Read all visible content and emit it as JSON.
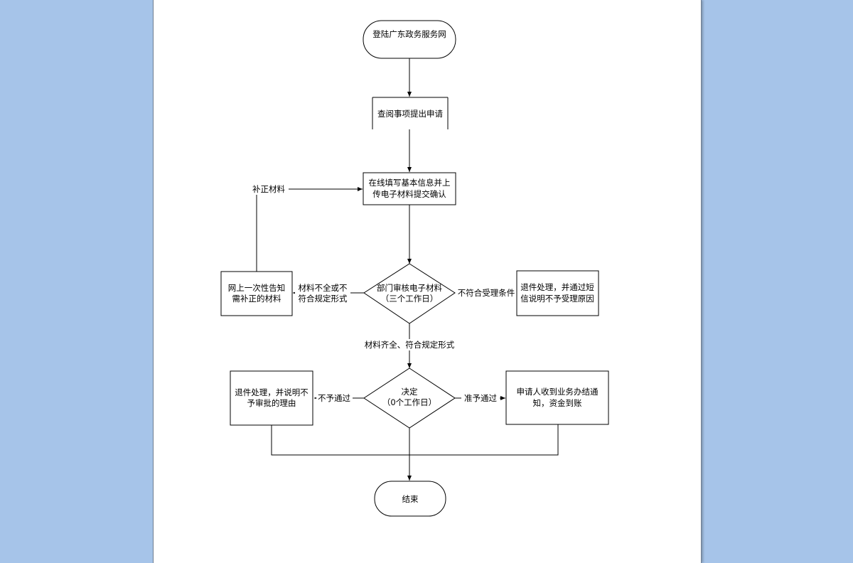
{
  "flowchart": {
    "start": "登陆广东政务服务网",
    "step_query": "查阅事项提出申请",
    "step_fill": [
      "在线填写基本信息并上",
      "传电子材料提交确认"
    ],
    "decision_review": [
      "部门审核电子材料",
      "（三个工作日）"
    ],
    "notify_correction": [
      "网上一次性告知",
      "需补正的材料"
    ],
    "reject_unqualified": [
      "退件处理，并通过短",
      "信说明不予受理原因"
    ],
    "decision_final": [
      "决定",
      "（0个工作日）"
    ],
    "reject_final": [
      "退件处理，并说明不",
      "予审批的理由"
    ],
    "approve_notice": [
      "申请人收到业务办结通",
      "知，资金到账"
    ],
    "end": "结束"
  },
  "edge_labels": {
    "supplement": "补正材料",
    "incomplete": [
      "材料不全或不",
      "符合规定形式"
    ],
    "not_qualified": "不符合受理条件",
    "complete": "材料齐全、符合规定形式",
    "not_approved": "不予通过",
    "approved": "准予通过"
  }
}
